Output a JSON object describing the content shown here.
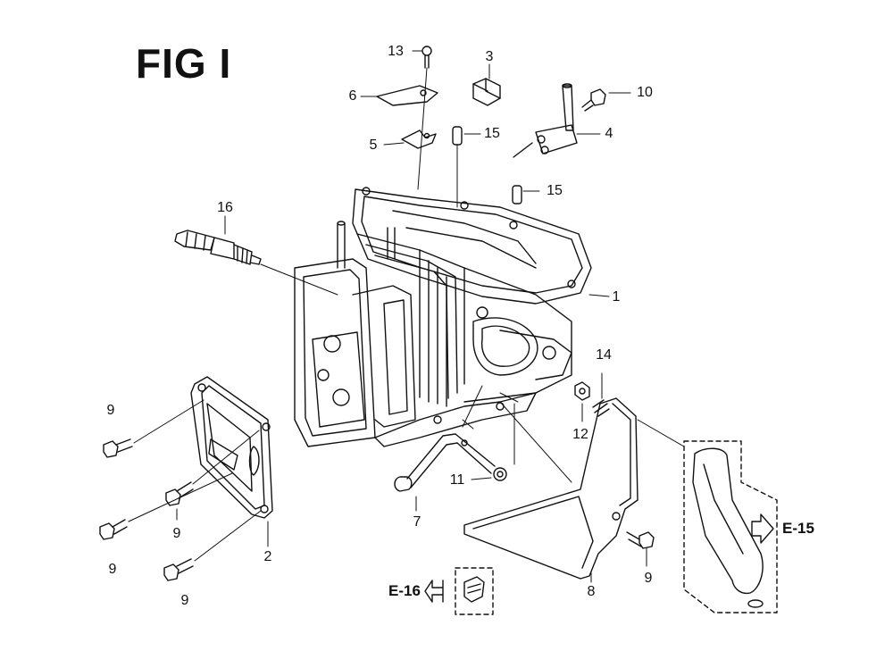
{
  "title": "FIG I",
  "callouts": [
    {
      "id": "c13",
      "text": "13"
    },
    {
      "id": "c3",
      "text": "3"
    },
    {
      "id": "c6",
      "text": "6"
    },
    {
      "id": "c10",
      "text": "10"
    },
    {
      "id": "c5",
      "text": "5"
    },
    {
      "id": "c15a",
      "text": "15"
    },
    {
      "id": "c4",
      "text": "4"
    },
    {
      "id": "c15b",
      "text": "15"
    },
    {
      "id": "c16",
      "text": "16"
    },
    {
      "id": "c1",
      "text": "1"
    },
    {
      "id": "c14",
      "text": "14"
    },
    {
      "id": "c9a",
      "text": "9"
    },
    {
      "id": "c12",
      "text": "12"
    },
    {
      "id": "c11",
      "text": "11"
    },
    {
      "id": "c9b",
      "text": "9"
    },
    {
      "id": "c7",
      "text": "7"
    },
    {
      "id": "c9c",
      "text": "9"
    },
    {
      "id": "c2",
      "text": "2"
    },
    {
      "id": "c9d",
      "text": "9"
    },
    {
      "id": "c9e",
      "text": "9"
    },
    {
      "id": "c8",
      "text": "8"
    }
  ],
  "references": [
    {
      "id": "e15",
      "text": "E-15"
    },
    {
      "id": "e16",
      "text": "E-16"
    }
  ]
}
